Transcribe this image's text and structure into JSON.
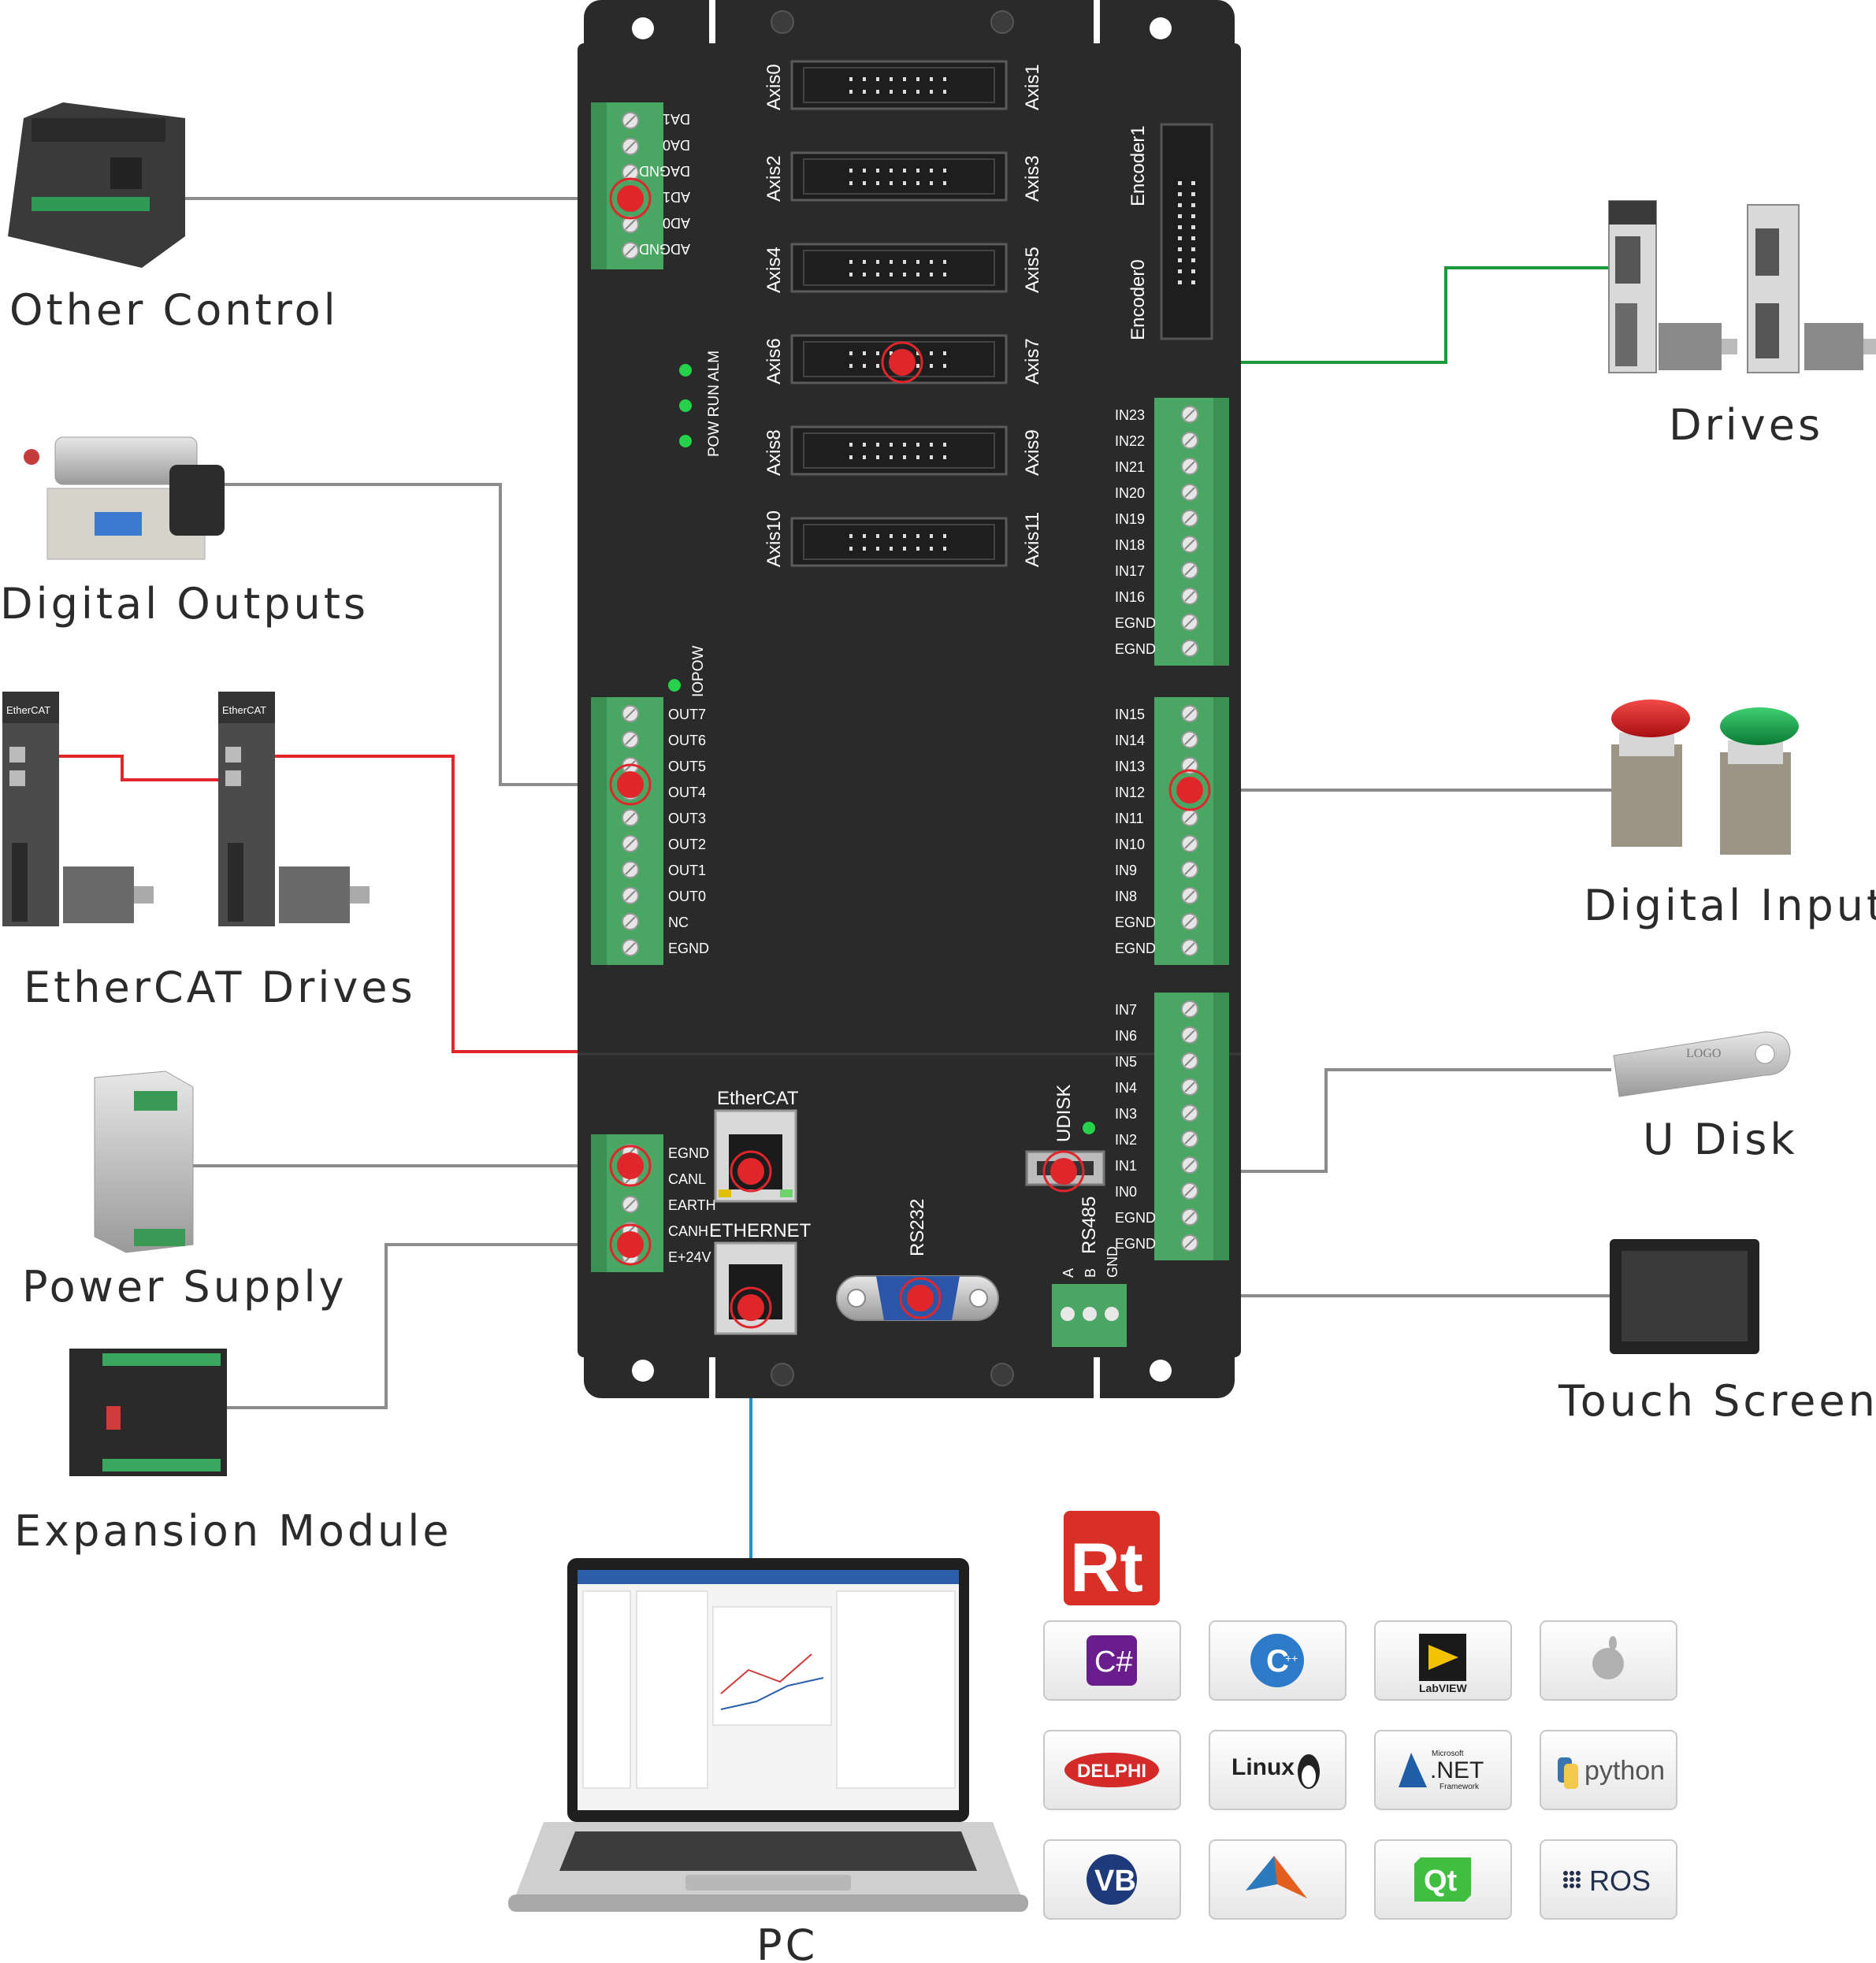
{
  "devices": {
    "other_control": "Other Control",
    "digital_outputs": "Digital Outputs",
    "ethercat_drives": "EtherCAT Drives",
    "power_supply": "Power Supply",
    "expansion_module": "Expansion Module",
    "drives": "Drives",
    "digital_inputs": "Digital Inputs",
    "u_disk": "U Disk",
    "touch_screen": "Touch Screen",
    "pc": "PC"
  },
  "controller": {
    "analog_pins": [
      "DA1",
      "DA0",
      "DAGND",
      "AD1",
      "AD0",
      "ADGND"
    ],
    "axes_left": [
      "Axis0",
      "Axis2",
      "Axis4",
      "Axis6",
      "Axis8",
      "Axis10"
    ],
    "axes_right": [
      "Axis1",
      "Axis3",
      "Axis5",
      "Axis7",
      "Axis9",
      "Axis11"
    ],
    "encoders": [
      "Encoder1",
      "Encoder0"
    ],
    "status_leds": "POW RUN ALM",
    "iopow": "IOPOW",
    "outputs": [
      "OUT7",
      "OUT6",
      "OUT5",
      "OUT4",
      "OUT3",
      "OUT2",
      "OUT1",
      "OUT0",
      "NC",
      "EGND"
    ],
    "inputs_a": [
      "IN23",
      "IN22",
      "IN21",
      "IN20",
      "IN19",
      "IN18",
      "IN17",
      "IN16",
      "EGND",
      "EGND"
    ],
    "inputs_b": [
      "IN15",
      "IN14",
      "IN13",
      "IN12",
      "IN11",
      "IN10",
      "IN9",
      "IN8",
      "EGND",
      "EGND"
    ],
    "inputs_c": [
      "IN7",
      "IN6",
      "IN5",
      "IN4",
      "IN3",
      "IN2",
      "IN1",
      "IN0",
      "EGND",
      "EGND"
    ],
    "power_pins": [
      "EGND",
      "CANL",
      "EARTH",
      "CANH",
      "E+24V"
    ],
    "ethercat_port": "EtherCAT",
    "ethernet_port": "ETHERNET",
    "rs232": "RS232",
    "rs485": "RS485",
    "udisk": "UDISK",
    "rs485_pins": [
      "A",
      "B",
      "GND"
    ]
  },
  "drive_brand": "EtherCAT",
  "usb_logo": "LOGO",
  "sdk_logos": [
    "C#",
    "C++",
    "LabVIEW",
    "Apple",
    "DELPHI",
    "Linux",
    ".NET",
    "python",
    "VB",
    "MATLAB",
    "Qt",
    "ROS"
  ],
  "sdk_texts": {
    "csharp": "C#",
    "cpp": "C",
    "cpp_sup": "++",
    "labview": "LabVIEW",
    "delphi": "DELPHI",
    "linux": "Linux",
    "net_small": "Microsoft",
    "net": ".NET",
    "net_fw": "Framework",
    "python": "python",
    "vb": "VB",
    "qt": "Qt",
    "ros": "ROS",
    "rt": "Rt"
  },
  "colors": {
    "controller": "#2a2a2a",
    "terminal": "#4aa763",
    "red_wire": "#e0262b",
    "green_wire": "#1a9a3c",
    "blue_wire": "#1c93d2",
    "gray_wire": "#8c8c8c"
  }
}
